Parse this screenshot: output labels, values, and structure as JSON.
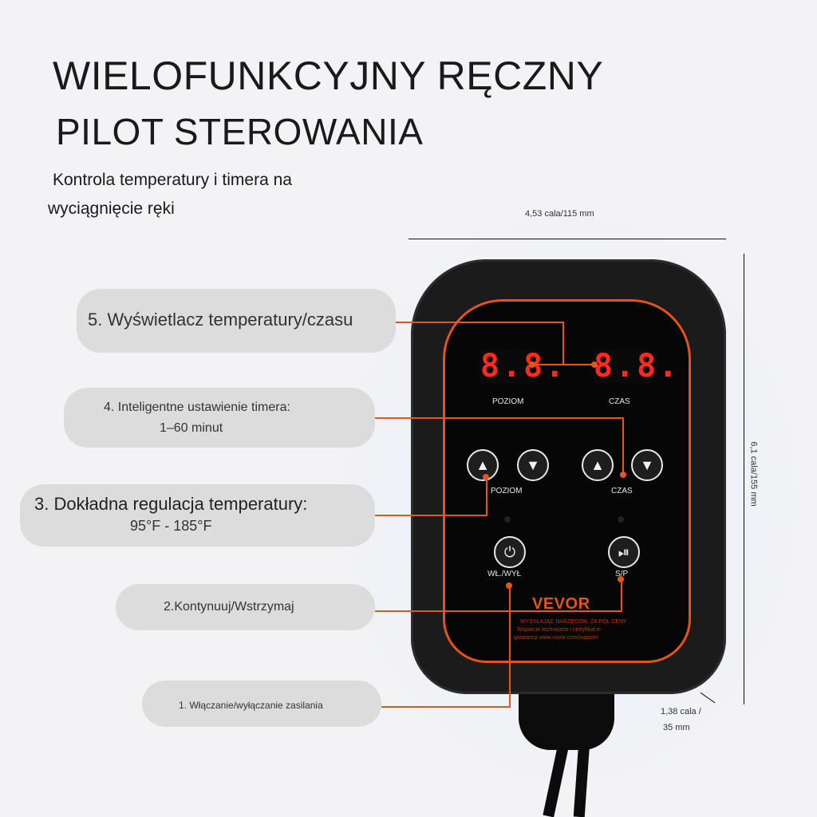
{
  "heading": {
    "line1": "WIELOFUNKCYJNY RĘCZNY",
    "line2": "PILOT STEROWANIA"
  },
  "subheading": {
    "line1": "Kontrola temperatury i timera na",
    "line2": "wyciągnięcie ręki"
  },
  "features": {
    "f5": "5. Wyświetlacz temperatury/czasu",
    "f4_line1": "4. Inteligentne ustawienie timera:",
    "f4_line2": "1–60 minut",
    "f3_line1": "3. Dokładna regulacja temperatury:",
    "f3_line2": "95°F - 185°F",
    "f2": "2.Kontynuuj/Wstrzymaj",
    "f1": "1. Włączanie/wyłączanie zasilania"
  },
  "dimensions": {
    "width": "4,53 cala/115 mm",
    "height": "6,1 cala/155 mm",
    "depth_line1": "1,38 cala /",
    "depth_line2": "35 mm"
  },
  "device": {
    "display_left": "8.8.",
    "display_right": "8.8.",
    "label_poziom_top": "POZIOM",
    "label_czas_top": "CZAS",
    "label_poziom_btn": "POZIOM",
    "label_czas_btn": "CZAS",
    "label_power": "WŁ./WYŁ",
    "label_sp": "S/P",
    "brand": "VEVOR",
    "fine_print_1": "WYSYŁAJĄC NARZĘDZIA, ZA PÓŁ CENY",
    "fine_print_2": "Wsparcie techniczne i certyfikat e-",
    "fine_print_3": "gwarancji www.vovor.com/support"
  },
  "icons": {
    "up": "up-triangle-icon",
    "down": "down-triangle-icon",
    "power": "power-icon",
    "play_pause": "play-pause-icon"
  },
  "colors": {
    "accent": "#e8541e",
    "pill": "#dcdcdc",
    "display": "#ff2a20"
  }
}
